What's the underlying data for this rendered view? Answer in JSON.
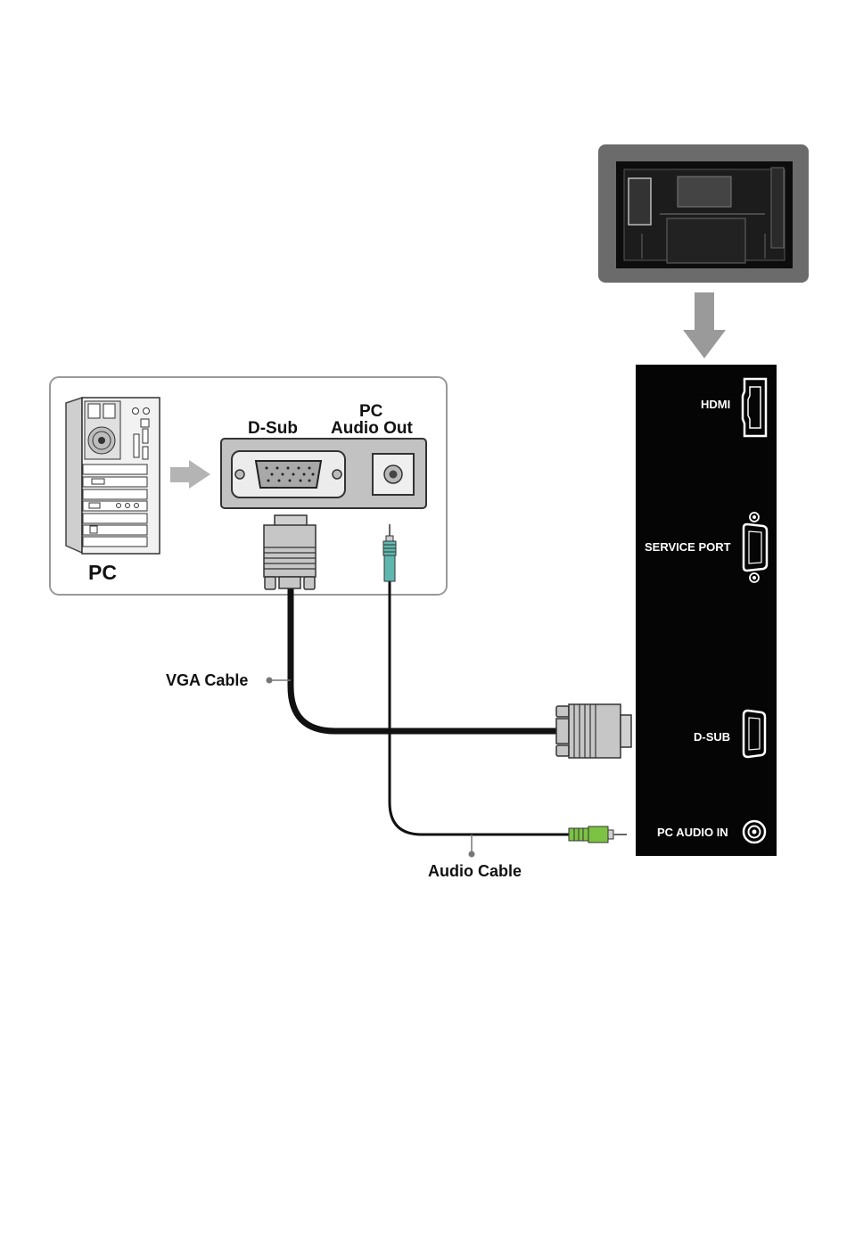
{
  "labels": {
    "pc": "PC",
    "dsub": "D-Sub",
    "pc_audio_out_line1": "PC",
    "pc_audio_out_line2": "Audio Out",
    "vga_cable": "VGA Cable",
    "audio_cable": "Audio Cable"
  },
  "panel_ports": {
    "hdmi": "HDMI",
    "service_port": "SERVICE PORT",
    "dsub": "D-SUB",
    "pc_audio_in": "PC AUDIO IN"
  }
}
